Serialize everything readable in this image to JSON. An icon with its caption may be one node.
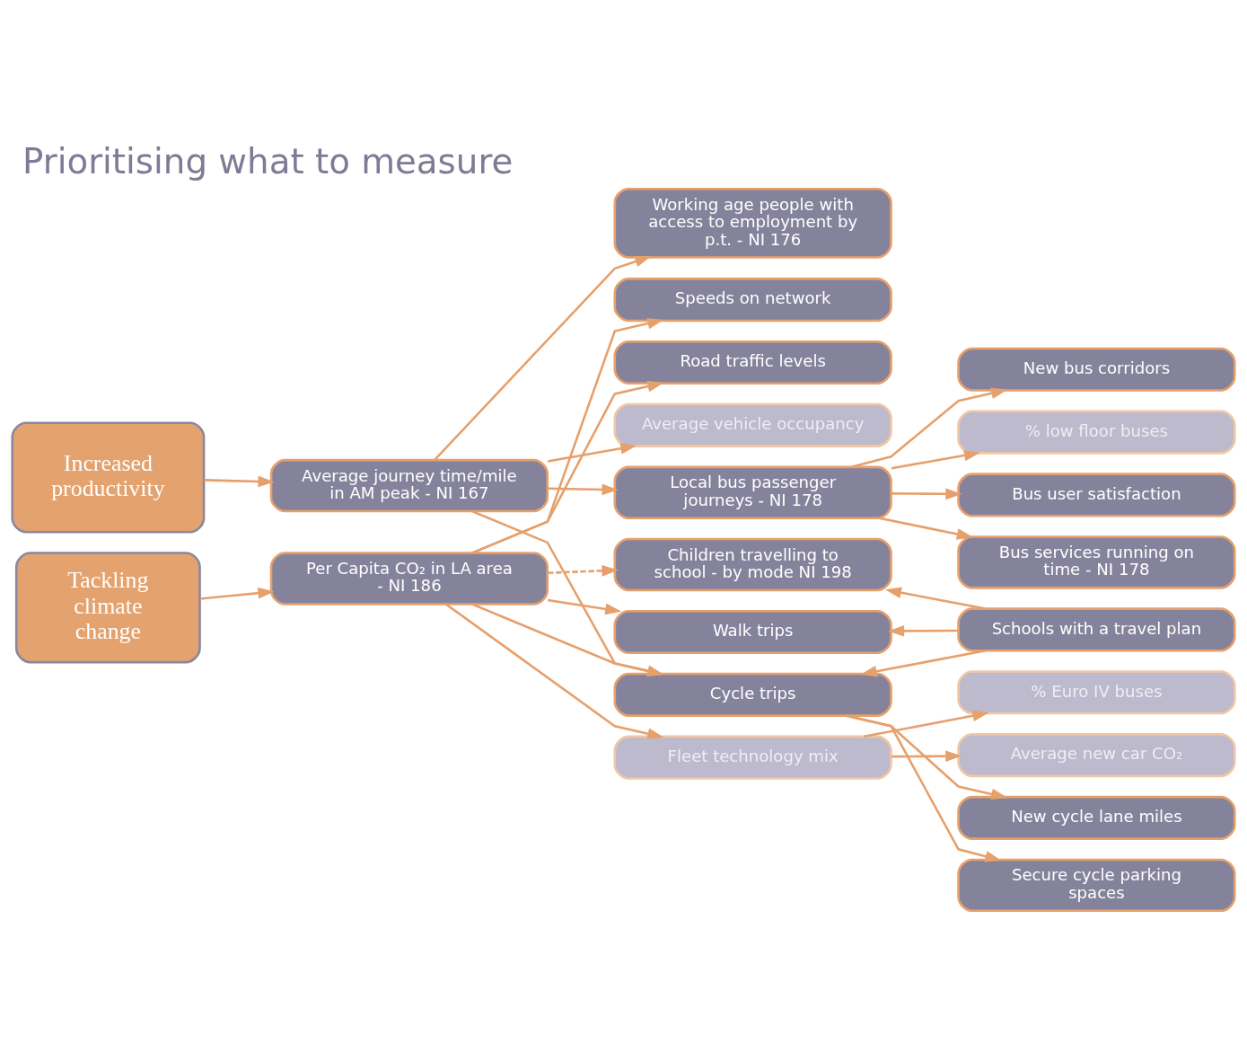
{
  "diagram": {
    "title": "Prioritising what to measure",
    "nodes": [
      {
        "text": [
          "Increased productivity"
        ]
      },
      {
        "text": [
          "Tackling climate change"
        ]
      },
      {
        "text": [
          "Average journey time/mile in AM peak - NI 167"
        ]
      },
      {
        "text": [
          "Per Capita CO₂ in LA area - NI 186"
        ]
      },
      {
        "text": [
          "Working age people with access to employment by p.t. - NI 176"
        ]
      },
      {
        "text": [
          "Speeds on network"
        ]
      },
      {
        "text": [
          "Road traffic levels"
        ]
      },
      {
        "text": [
          "Average vehicle occupancy"
        ]
      },
      {
        "text": [
          "Local bus passenger journeys - NI 178"
        ]
      },
      {
        "text": [
          "Children travelling to school - by mode NI 198"
        ]
      },
      {
        "text": [
          "Walk trips"
        ]
      },
      {
        "text": [
          "Cycle trips"
        ]
      },
      {
        "text": [
          "Fleet technology mix"
        ]
      },
      {
        "text": [
          "New bus corridors"
        ]
      },
      {
        "text": [
          "% low floor buses"
        ]
      },
      {
        "text": [
          "Bus user satisfaction"
        ]
      },
      {
        "text": [
          "Bus services running on time - NI 178"
        ]
      },
      {
        "text": [
          "Schools with a travel plan"
        ]
      },
      {
        "text": [
          "% Euro IV buses"
        ]
      },
      {
        "text": [
          "Average new car CO₂"
        ]
      },
      {
        "text": [
          "New cycle lane miles"
        ]
      },
      {
        "text": [
          "Secure cycle parking spaces"
        ]
      }
    ],
    "edges": [
      {
        "from": 0,
        "to": 2,
        "arrow": "to"
      },
      {
        "from": 1,
        "to": 3,
        "arrow": "to"
      },
      {
        "from": 2,
        "to": 4,
        "arrow": "to"
      },
      {
        "from": 2,
        "to": 7,
        "arrow": "to"
      },
      {
        "from": 2,
        "to": 8,
        "arrow": "to"
      },
      {
        "from": 2,
        "to": 11,
        "arrow": "to"
      },
      {
        "from": 3,
        "to": 5,
        "arrow": "to"
      },
      {
        "from": 3,
        "to": 6,
        "arrow": "to"
      },
      {
        "from": 3,
        "to": 9,
        "arrow": "to",
        "style": "dashed"
      },
      {
        "from": 3,
        "to": 10,
        "arrow": "to"
      },
      {
        "from": 3,
        "to": 11,
        "arrow": "to"
      },
      {
        "from": 3,
        "to": 12,
        "arrow": "to"
      },
      {
        "from": 8,
        "to": 13,
        "arrow": "to"
      },
      {
        "from": 8,
        "to": 14,
        "arrow": "to"
      },
      {
        "from": 8,
        "to": 15,
        "arrow": "to"
      },
      {
        "from": 8,
        "to": 16,
        "arrow": "to"
      },
      {
        "from": 17,
        "to": 9,
        "arrow": "to"
      },
      {
        "from": 17,
        "to": 10,
        "arrow": "to"
      },
      {
        "from": 17,
        "to": 11,
        "arrow": "to"
      },
      {
        "from": 12,
        "to": 18,
        "arrow": "to"
      },
      {
        "from": 12,
        "to": 19,
        "arrow": "to"
      },
      {
        "from": 11,
        "to": 20,
        "arrow": "to"
      },
      {
        "from": 11,
        "to": 21,
        "arrow": "to"
      }
    ]
  }
}
